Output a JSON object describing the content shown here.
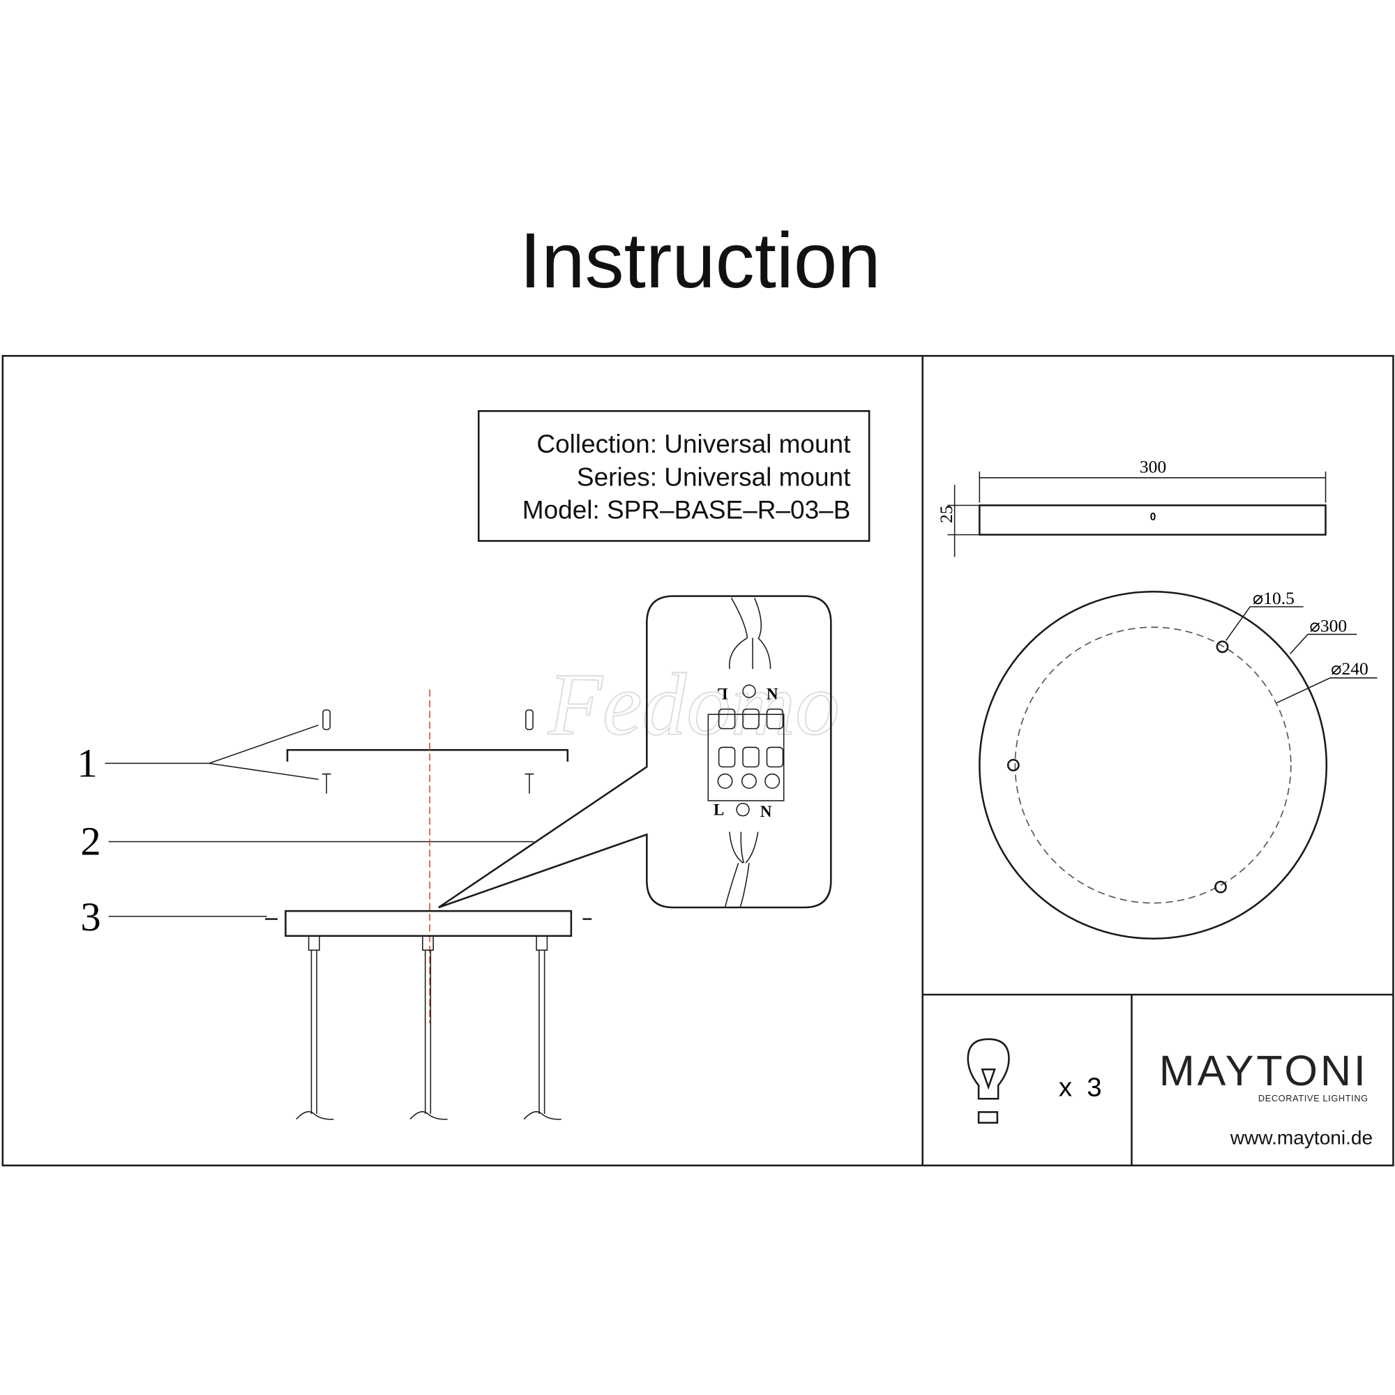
{
  "title": "Instruction",
  "info": {
    "collection": "Collection: Universal  mount",
    "series": "Series: Universal  mount",
    "model": "Model: SPR–BASE–R–03–B"
  },
  "steps": [
    "1",
    "2",
    "3"
  ],
  "terminal": {
    "top_labels": [
      "L",
      "N"
    ],
    "bottom_labels": [
      "L",
      "N"
    ]
  },
  "dimensions": {
    "width": "300",
    "height": "25",
    "side_mark": "0",
    "hole": "⌀10.5",
    "outer": "⌀300",
    "inner": "⌀240"
  },
  "bulbs": {
    "icon": "bulb-icon",
    "count": "x  3"
  },
  "brand": {
    "name": "MAYTONI",
    "tagline": "DECORATIVE LIGHTING",
    "url": "www.maytoni.de"
  },
  "watermark": "Fedomo",
  "colors": {
    "line": "#1a1a1a",
    "axis": "#d9542b"
  }
}
